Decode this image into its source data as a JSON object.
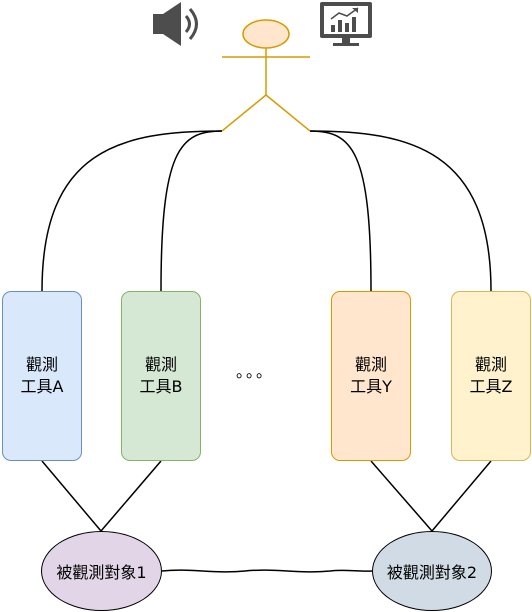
{
  "actor": {
    "icon": "person-stick-figure-icon"
  },
  "icons": {
    "speaker": "speaker-icon",
    "monitor": "monitor-chart-icon"
  },
  "tools": [
    {
      "line1": "觀測",
      "line2": "工具A",
      "fill": "#dae8fc",
      "stroke": "#6c8ebf"
    },
    {
      "line1": "觀測",
      "line2": "工具B",
      "fill": "#d5e8d4",
      "stroke": "#82b366"
    },
    {
      "line1": "觀測",
      "line2": "工具Y",
      "fill": "#ffe6cc",
      "stroke": "#d79b00"
    },
    {
      "line1": "觀測",
      "line2": "工具Z",
      "fill": "#fff2cc",
      "stroke": "#d6b656"
    }
  ],
  "ellipsis": "。。。",
  "objects": [
    {
      "label": "被觀測對象1",
      "fill": "#e1d5e7"
    },
    {
      "label": "被觀測對象2",
      "fill": "#d0dbe5"
    }
  ],
  "colors": {
    "actor": "#d79b00",
    "actor_fill": "#ffe6cc",
    "icon_gray": "#4d4d4d"
  }
}
